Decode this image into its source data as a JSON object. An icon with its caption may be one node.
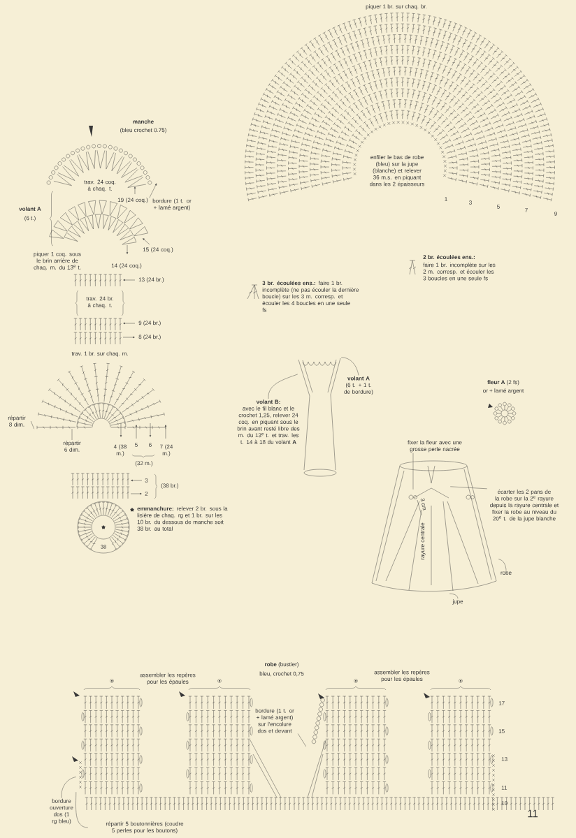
{
  "diagram": {
    "nodes": [
      {
        "text": [],
        "shape": "picture"
      },
      {
        "text": [
          "bordure (1 t. or + lamé argent)"
        ]
      },
      {
        "text": [],
        "shape": "picture"
      },
      {
        "text": [
          "répartir 8 dim."
        ]
      },
      {
        "text": [
          "répartir 6 dim."
        ]
      },
      {
        "text": [],
        "shape": "picture"
      },
      {
        "text": [
          "volant B:",
          "avec le fil blanc et le crochet 1,25, relever 24 coq. en piquant sous le brin avant resté libre des m. du 13$^{e}$ t. et trav. les t. 14 à 18 du volant **A**"
        ]
      },
      {
        "text": [
          "volant A",
          "(6 t. + 1 t. de bordure)"
        ]
      },
      {
        "text": [],
        "shape": "picture"
      },
      {
        "text": [
          "fixer la fleur avec une grosse perle nacrée"
        ]
      },
      {
        "text": [],
        "shape": "picture",
        "in": 8
      },
      {
        "text": [],
        "shape": "picture",
        "in": 8
      },
      {
        "text": [
          "écarter les 2 pans de la robe sur la 2$^{e}$ rayure depuis la rayure centrale et fixer la robe au niveau du 20$^{e}$ t. de la jupe blanche"
        ]
      },
      {
        "text": [
          "robe"
        ]
      },
      {
        "text": [
          "jupe"
        ]
      },
      {
        "text": [],
        "shape": "picture"
      },
      {
        "text": [
          "bordure ouverture dos (1 rg bleu)"
        ]
      },
      {
        "text": [
          "répartir 5 boutonnières (coudre 5 perles pour les boutons)"
        ]
      },
      {
        "text": [],
        "shape": "picture"
      },
      {
        "text": [
          "bordure (1 t. or + lamé argent) sur l'encolure dos et devant"
        ]
      }
    ],
    "edges": [
      {
        "from": 1,
        "to": 0,
        "arrow": "to"
      },
      {
        "from": 3,
        "to": 2,
        "arrow": "none"
      },
      {
        "from": 4,
        "to": 2,
        "arrow": "none"
      },
      {
        "from": 6,
        "to": 5,
        "arrow": "none"
      },
      {
        "from": 7,
        "to": 5,
        "arrow": "none"
      },
      {
        "from": 9,
        "to": 10,
        "arrow": "none"
      },
      {
        "from": 12,
        "to": 11,
        "arrow": "none"
      },
      {
        "from": 13,
        "to": 8,
        "arrow": "none"
      },
      {
        "from": 14,
        "to": 8,
        "arrow": "none"
      },
      {
        "from": 16,
        "to": 15,
        "arrow": "none"
      },
      {
        "from": 17,
        "to": 15,
        "arrow": "none"
      },
      {
        "from": 19,
        "to": 18,
        "arrow": "none"
      }
    ],
    "labels": [
      "piquer 1 br. sur chaq. br.",
      "manche",
      "(bleu crochet 0.75)",
      "enfiler le bas de robe (bleu) sur la jupe (blanche) et relever 36 m.s. en piquant dans les 2 épaisseurs",
      "trav. 24 coq. à chaq. t.",
      "19 (24 coq.)",
      "volant A",
      "(6 t.)",
      "1",
      "3",
      "5",
      "7",
      "9",
      "piquer 1 coq. sous le brin arrière de chaq. m. du 13$^{e}$ t.",
      "15 (24 coq.)",
      "14 (24 coq.)",
      "2 br. écoulées ens.:",
      "faire 1 br. incomplète sur les 2 m. corresp. et écouler les 3 boucles en une seule fs",
      "13 (24 br.)",
      "**3 br. écoulées ens.:** faire 1 br. incomplète (ne pas écouler la dernière boucle) sur les 3 m. corresp. et écouler les 4 boucles en une seule fs",
      "trav. 24 br. à chaq. t.",
      "9 (24 br.)",
      "8 (24 br.)",
      "trav. 1 br. sur chaq. m.",
      "**fleur A** (2 fs)",
      "or + lamé argent",
      "4 (38 m.)",
      "5",
      "6",
      "(32 m.)",
      "7 (24 m.)",
      "3",
      "2",
      "(38 br.)",
      "**emmanchure:** relever 2 br. sous la lisière de chaq. rg et 1 br. sur les 10 br. du dessous de manche soit 38 br. au total",
      "38",
      "3 cm",
      "rayure centrale",
      "assembler les repères pour les épaules",
      "**robe** (bustier)",
      "bleu, crochet 0,75",
      "assembler les repères pour les épaules",
      "17",
      "15",
      "13",
      "11",
      "10",
      "11"
    ]
  }
}
